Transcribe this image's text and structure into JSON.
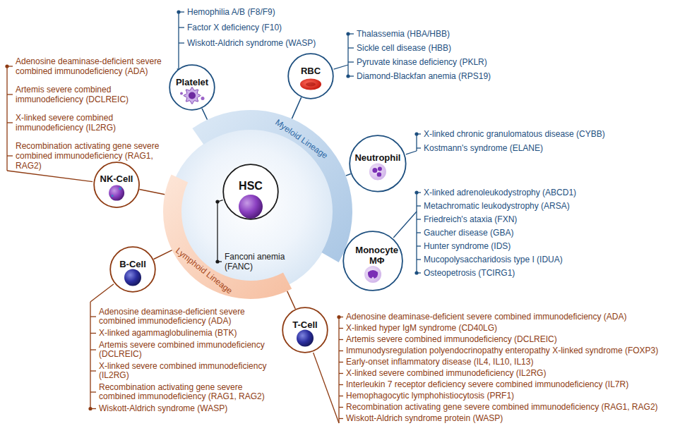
{
  "diagram": {
    "nodes": [
      {
        "text": [
          "HSC"
        ]
      },
      {
        "text": [
          "Myeloid Lineage"
        ]
      },
      {
        "text": [
          "Lymphoid Lineage"
        ]
      },
      {
        "text": [
          "Platelet"
        ]
      },
      {
        "text": [
          "RBC"
        ]
      },
      {
        "text": [
          "Neutrophil"
        ]
      },
      {
        "text": [
          "Monocyte MΦ"
        ]
      },
      {
        "text": [
          "NK-Cell"
        ]
      },
      {
        "text": [
          "B-Cell"
        ]
      },
      {
        "text": [
          "T-Cell"
        ]
      }
    ],
    "labels": [
      "Hemophilia A/B (F8/F9)",
      "Factor X deficiency (F10)",
      "Wiskott-Aldrich syndrome (WASP)",
      "Thalassemia (HBA/HBB)",
      "Sickle cell disease (HBB)",
      "Pyruvate kinase deficiency (PKLR)",
      "Diamond-Blackfan anemia (RPS19)",
      "Adenosine deaminase-deficient severe combined immunodeficiency (ADA)",
      "Artemis severe combined immunodeficiency (DCLREIC)",
      "X-linked severe combined immunodeficiency (IL2RG)",
      "Recombination activating gene severe combined immunodeficiency (RAG1, RAG2)",
      "X-linked chronic granulomatous disease (CYBB)",
      "Kostmann's syndrome (ELANE)",
      "X-linked adrenoleukodystrophy (ABCD1)",
      "Metachromatic leukodystrophy (ARSA)",
      "Friedreich's ataxia (FXN)",
      "Gaucher disease (GBA)",
      "Hunter syndrome (IDS)",
      "Mucopolysaccharidosis type I (IDUA)",
      "Osteopetrosis (TCIRG1)",
      "Fanconi anemia (FANC)",
      "Adenosine deaminase-deficient severe combined immunodeficiency (ADA)",
      "X-linked agammaglobulinemia (BTK)",
      "Artemis severe combined immunodeficiency (DCLREIC)",
      "X-linked severe combined immunodeficiency (IL2RG)",
      "Recombination activating gene severe combined immunodeficiency (RAG1, RAG2)",
      "Wiskott-Aldrich syndrome (WASP)",
      "Adenosine deaminase-deficient severe combined immunodeficiency (ADA)",
      "X-linked hyper IgM syndrome (CD40LG)",
      "Artemis severe combined immunodeficiency (DCLREIC)",
      "Immunodysregulation polyendocrinopathy enteropathy X-linked syndrome (FOXP3)",
      "Early-onset inflammatory disease (IL4, IL10, IL13)",
      "X-linked severe combined immunodeficiency (IL2RG)",
      "Interleukin 7 receptor deficiency severe combined immunodeficiency (IL7R)",
      "Hemophagocytic lymphohistiocytosis (PRF1)",
      "Recombination activating gene severe combined immunodeficiency (RAG1, RAG2)",
      "Wiskott-Aldrich syndrome protein (WASP)"
    ]
  }
}
